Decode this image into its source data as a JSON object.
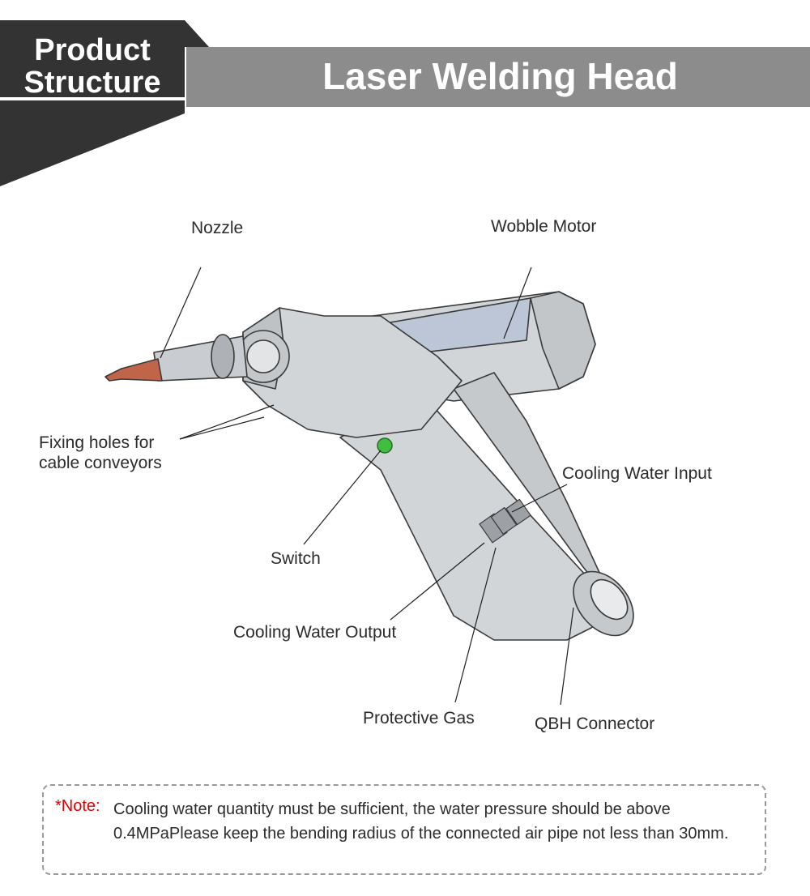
{
  "header": {
    "badge_title": "Product Structure",
    "banner_title": "Laser Welding Head",
    "colors": {
      "badge": "#333333",
      "banner": "#8c8c8c"
    }
  },
  "diagram": {
    "labels": {
      "nozzle": "Nozzle",
      "wobble_motor": "Wobble Motor",
      "fixing_holes_line1": "Fixing holes for",
      "fixing_holes_line2": "cable conveyors",
      "cooling_water_input": "Cooling Water Input",
      "switch": "Switch",
      "cooling_water_output": "Cooling Water Output",
      "protective_gas": "Protective Gas",
      "qbh_connector": "QBH Connector"
    },
    "colors": {
      "nozzle": "#c0654a",
      "body": "#d2d5d8",
      "outline": "#3a3a3a",
      "switch": "#3fbf3f"
    }
  },
  "note": {
    "label": "*Note:",
    "text": "Cooling water quantity must be sufficient, the water pressure should be above 0.4MPaPlease keep the bending radius of the connected air pipe not less than 30mm."
  }
}
